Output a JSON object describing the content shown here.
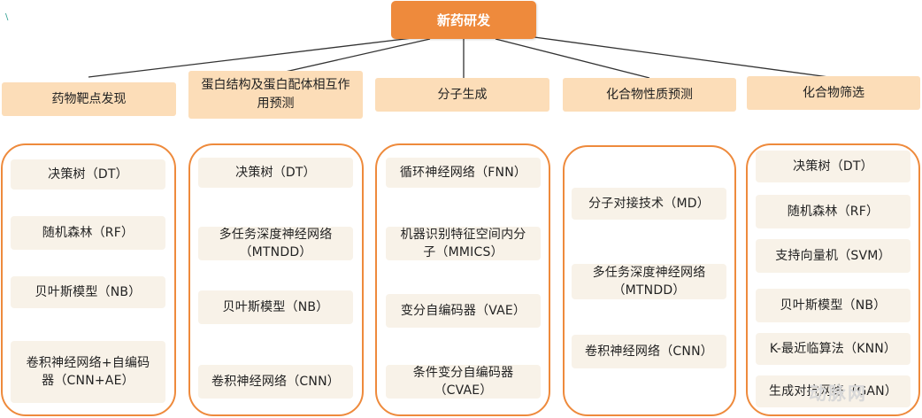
{
  "root": {
    "label": "新药研发"
  },
  "columns": [
    {
      "header": "药物靶点发现",
      "items": [
        "决策树（DT）",
        "随机森林（RF）",
        "贝叶斯模型（NB）",
        "卷积神经网络+自编码器（CNN+AE）"
      ]
    },
    {
      "header": "蛋白结构及蛋白配体相互作用预测",
      "items": [
        "决策树（DT）",
        "多任务深度神经网络（MTNDD）",
        "贝叶斯模型（NB）",
        "卷积神经网络（CNN）"
      ]
    },
    {
      "header": "分子生成",
      "items": [
        "循环神经网络（FNN）",
        "机器识别特征空间内分子（MMICS）",
        "变分自编码器（VAE）",
        "条件变分自编码器（CVAE）"
      ]
    },
    {
      "header": "化合物性质预测",
      "items": [
        "分子对接技术（MD）",
        "多任务深度神经网络（MTNDD）",
        "卷积神经网络（CNN）"
      ]
    },
    {
      "header": "化合物筛选",
      "items": [
        "决策树（DT）",
        "随机森林（RF）",
        "支持向量机（SVM）",
        "贝叶斯模型（NB）",
        "K-最近临算法（KNN）",
        "生成对抗网络（GAN）"
      ]
    }
  ],
  "decor": {
    "tick": "\\",
    "watermark": "动脉网"
  },
  "colors": {
    "accent": "#EE8A3C",
    "header_fill": "#FCDDB8",
    "item_fill": "#F8F2E8"
  }
}
